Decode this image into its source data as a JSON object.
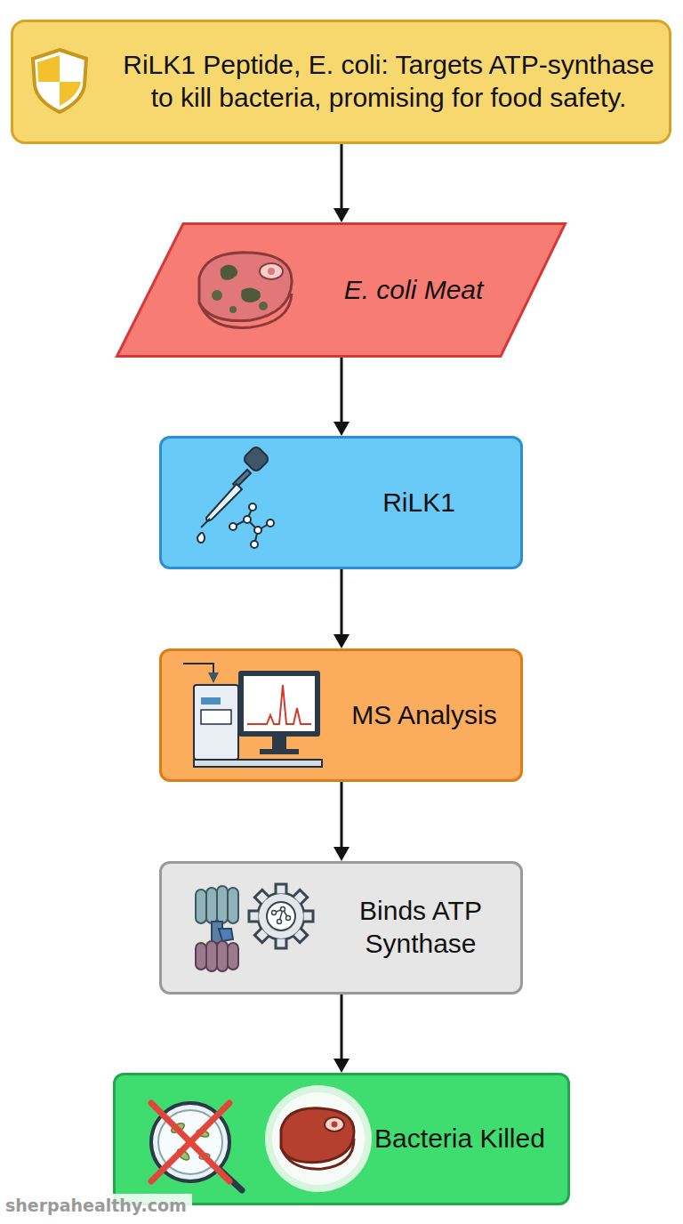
{
  "diagram": {
    "nodes": [
      {
        "text": [
          "RiLK1 Peptide, E. coli: Targets ATP-synthase to kill bacteria, promising for food safety."
        ]
      },
      {
        "text": [
          "E. coli Meat"
        ]
      },
      {
        "text": [
          "RiLK1"
        ]
      },
      {
        "text": [
          "MS Analysis"
        ]
      },
      {
        "text": [
          "Binds ATP Synthase"
        ]
      },
      {
        "text": [
          "Bacteria Killed"
        ]
      }
    ],
    "edges": [
      {
        "from": 0,
        "to": 1,
        "arrow": "to"
      },
      {
        "from": 1,
        "to": 2,
        "arrow": "to"
      },
      {
        "from": 2,
        "to": 3,
        "arrow": "to"
      },
      {
        "from": 3,
        "to": 4,
        "arrow": "to"
      },
      {
        "from": 4,
        "to": 5,
        "arrow": "to"
      }
    ],
    "labels": [
      "sherpahealthy.com"
    ]
  }
}
